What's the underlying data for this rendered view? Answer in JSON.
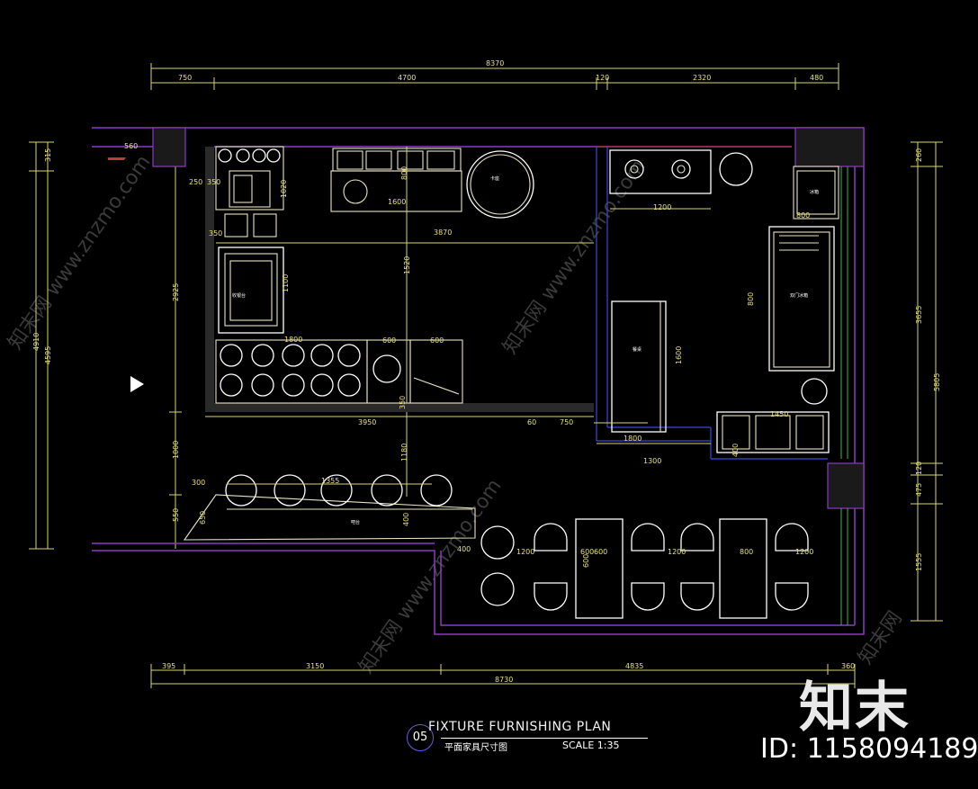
{
  "title": {
    "number": "05",
    "main": "FIXTURE FURNISHING PLAN",
    "sub": "平面家具尺寸图",
    "scale": "SCALE 1:35"
  },
  "watermark": {
    "brand": "知末",
    "id": "ID: 1158094189",
    "diagonal_texts": [
      "知末网 www.znzmo.com",
      "知末网 www.znzmo.com",
      "知末网 www.znzmo.com",
      "知末网"
    ]
  },
  "dims": {
    "top_total": "8370",
    "top_segments": [
      "750",
      "4700",
      "120",
      "2320",
      "480"
    ],
    "bottom_total": "8730",
    "bottom_segments": [
      "395",
      "3150",
      "4835",
      "360"
    ],
    "left_outer": [
      "315",
      "4910",
      "4595"
    ],
    "left_inner": [
      "2925",
      "1000",
      "550"
    ],
    "right": [
      "260",
      "3655",
      "5805",
      "120",
      "475",
      "1555"
    ],
    "interior": [
      "560",
      "250",
      "350",
      "1020",
      "350",
      "3870",
      "1600",
      "800",
      "1520",
      "1100",
      "1800",
      "600",
      "600",
      "350",
      "3950",
      "60",
      "750",
      "1800",
      "1200",
      "1300",
      "600",
      "800",
      "1450",
      "300",
      "1355",
      "400",
      "1180",
      "650",
      "400",
      "400",
      "1200",
      "1200",
      "600",
      "600",
      "800",
      "1200",
      "1600",
      "800"
    ]
  },
  "labels": [
    "收银台",
    "冰箱",
    "双门冰箱",
    "餐桌",
    "吧台",
    "卡座"
  ]
}
